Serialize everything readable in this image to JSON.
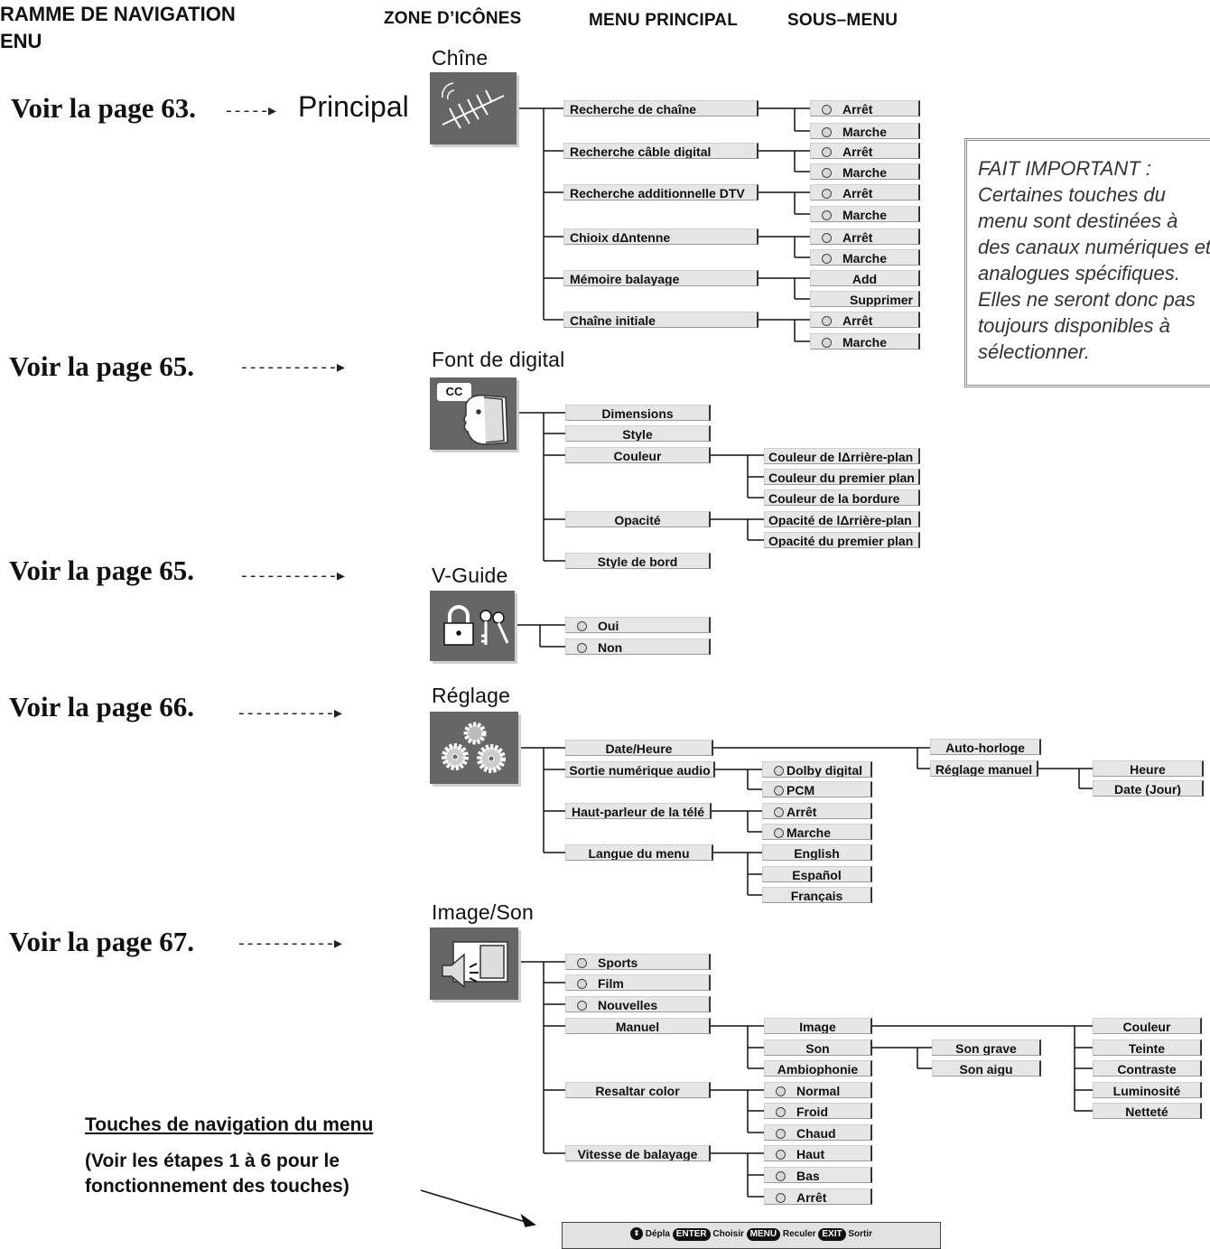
{
  "header": {
    "title_line1": "RAMME DE NAVIGATION",
    "title_line2": "ENU",
    "col_icons": "ZONE D’ICÔNES",
    "col_main": "MENU PRINCIPAL",
    "col_sub": "SOUS–MENU"
  },
  "principal_label": "Principal",
  "note_text": "FAIT IMPORTANT : Certaines touches du menu sont destinées à des canaux numériques et analogues spécifiques. Elles ne seront donc pas toujours disponibles à sélectionner.",
  "sections": [
    {
      "title": "Chîne",
      "page_ref": "Voir la page 63.",
      "icon": "antenna-icon",
      "items": [
        {
          "label": "Recherche de chaîne",
          "sub": [
            "Arrêt",
            "Marche"
          ]
        },
        {
          "label": "Recherche câble digital",
          "sub": [
            "Arrêt",
            "Marche"
          ]
        },
        {
          "label": "Recherche additionnelle DTV",
          "sub": [
            "Arrêt",
            "Marche"
          ]
        },
        {
          "label": "Chioix dΔntenne",
          "sub": [
            "Arrêt",
            "Marche"
          ]
        },
        {
          "label": "Mémoire balayage",
          "sub": [
            "Add",
            "Supprimer"
          ]
        },
        {
          "label": "Chaîne initiale",
          "sub": [
            "Arrêt",
            "Marche"
          ]
        }
      ]
    },
    {
      "title": "Font de digital",
      "page_ref": "Voir la page 65.",
      "icon": "cc-caption-icon",
      "icon_text": "CC",
      "items": [
        {
          "label": "Dimensions"
        },
        {
          "label": "Style"
        },
        {
          "label": "Couleur",
          "sub": [
            "Couleur de lΔrrière-plan",
            "Couleur du premier plan",
            "Couleur de la bordure"
          ]
        },
        {
          "label": "Opacité",
          "sub": [
            "Opacité de lΔrrière-plan",
            "Opacité du premier plan"
          ]
        },
        {
          "label": "Style de bord"
        }
      ]
    },
    {
      "title": "V-Guide",
      "page_ref": "Voir la page 65.",
      "icon": "lock-keys-icon",
      "items": [
        {
          "label": "Oui"
        },
        {
          "label": "Non"
        }
      ]
    },
    {
      "title": "Réglage",
      "page_ref": "Voir la page 66.",
      "icon": "gears-icon",
      "items": [
        {
          "label": "Date/Heure",
          "sub": [
            "Auto-horloge",
            "Réglage manuel"
          ],
          "subsub": [
            "Heure",
            "Date (Jour)"
          ]
        },
        {
          "label": "Sortie numérique audio",
          "sub": [
            "Dolby digital",
            "PCM"
          ]
        },
        {
          "label": "Haut-parleur de la télé",
          "sub": [
            "Arrêt",
            "Marche"
          ]
        },
        {
          "label": "Langue du menu",
          "sub": [
            "English",
            "Español",
            "Français"
          ]
        }
      ]
    },
    {
      "title": "Image/Son",
      "page_ref": "Voir la page 67.",
      "icon": "picture-sound-icon",
      "items": [
        {
          "label": "Sports"
        },
        {
          "label": "Film"
        },
        {
          "label": "Nouvelles"
        },
        {
          "label": "Manuel",
          "sub": [
            "Image",
            "Son",
            "Ambiophonie"
          ],
          "son_sub": [
            "Son grave",
            "Son aigu"
          ],
          "image_sub": [
            "Couleur",
            "Teinte",
            "Contraste",
            "Luminosité",
            "Netteté"
          ]
        },
        {
          "label": "Resaltar color",
          "sub": [
            "Normal",
            "Froid",
            "Chaud"
          ]
        },
        {
          "label": "Vitesse de balayage",
          "sub": [
            "Haut",
            "Bas",
            "Arrêt"
          ]
        }
      ]
    }
  ],
  "nav_keys": {
    "title": "Touches de navigation du menu",
    "desc_line1": "(Voir les étapes 1 à 6 pour le",
    "desc_line2": "fonctionnement des touches)",
    "bar": {
      "move": "Dépla",
      "enter_key": "ENTER",
      "enter": "Choisir",
      "menu_key": "MENU",
      "menu": "Reculer",
      "exit_key": "EXIT",
      "exit": "Sortir"
    }
  }
}
